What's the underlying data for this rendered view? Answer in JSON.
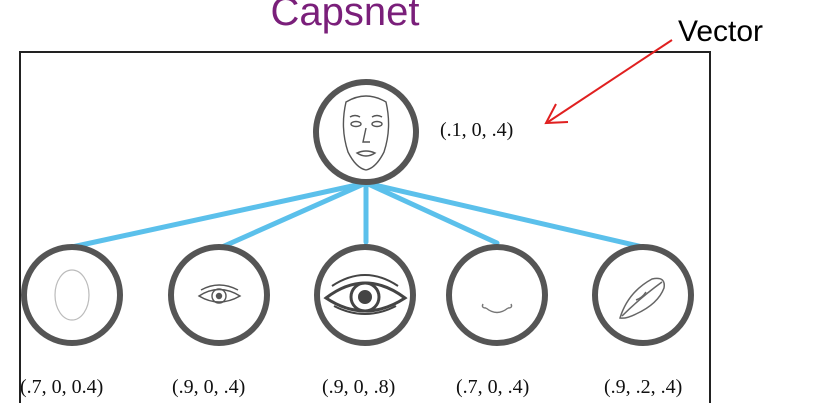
{
  "title": "Capsnet",
  "annotation": {
    "label": "Vector",
    "arrow_color": "#e02020"
  },
  "colors": {
    "title": "#7a1f7a",
    "edges": "#5bc0eb",
    "circles": "#555555"
  },
  "root": {
    "icon": "face-icon",
    "vector": "(.1, 0, .4)"
  },
  "children": [
    {
      "icon": "face-outline-icon",
      "vector": "(.7, 0, 0.4)"
    },
    {
      "icon": "small-eye-icon",
      "vector": "(.9, 0, .4)"
    },
    {
      "icon": "large-eye-icon",
      "vector": "(.9, 0, .8)"
    },
    {
      "icon": "nose-icon",
      "vector": "(.7, 0, .4)"
    },
    {
      "icon": "mouth-icon",
      "vector": "(.9, .2, .4)"
    }
  ]
}
